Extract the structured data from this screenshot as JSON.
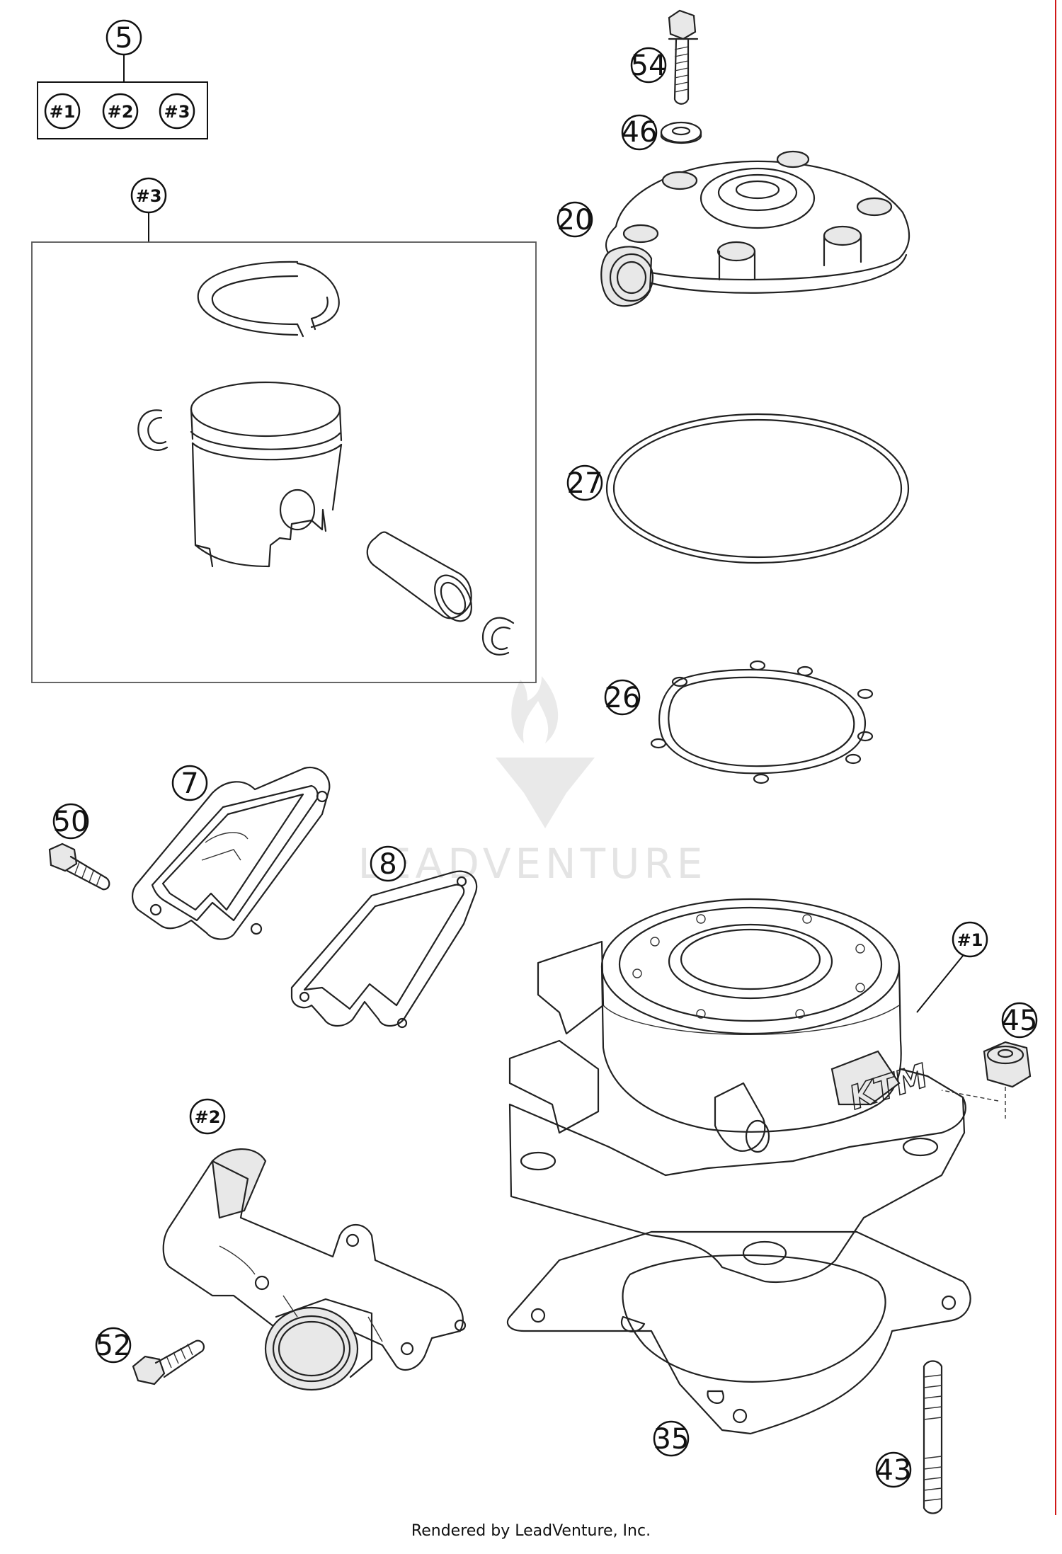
{
  "callouts": {
    "c5": "5",
    "h1": "#1",
    "h2": "#2",
    "h3": "#3",
    "kit3": "#3",
    "c54": "54",
    "c46": "46",
    "c20": "20",
    "c27": "27",
    "c26": "26",
    "c7": "7",
    "c50": "50",
    "c8": "8",
    "cyl1": "#1",
    "c45": "45",
    "man2": "#2",
    "c52": "52",
    "c35": "35",
    "c43": "43"
  },
  "watermark": {
    "brand": "LEADVENTURE"
  },
  "colors": {
    "frame_line": "#d01818",
    "line": "#222222",
    "watermark": "#cfcfcf"
  },
  "footer": {
    "text": "Rendered by LeadVenture, Inc."
  }
}
